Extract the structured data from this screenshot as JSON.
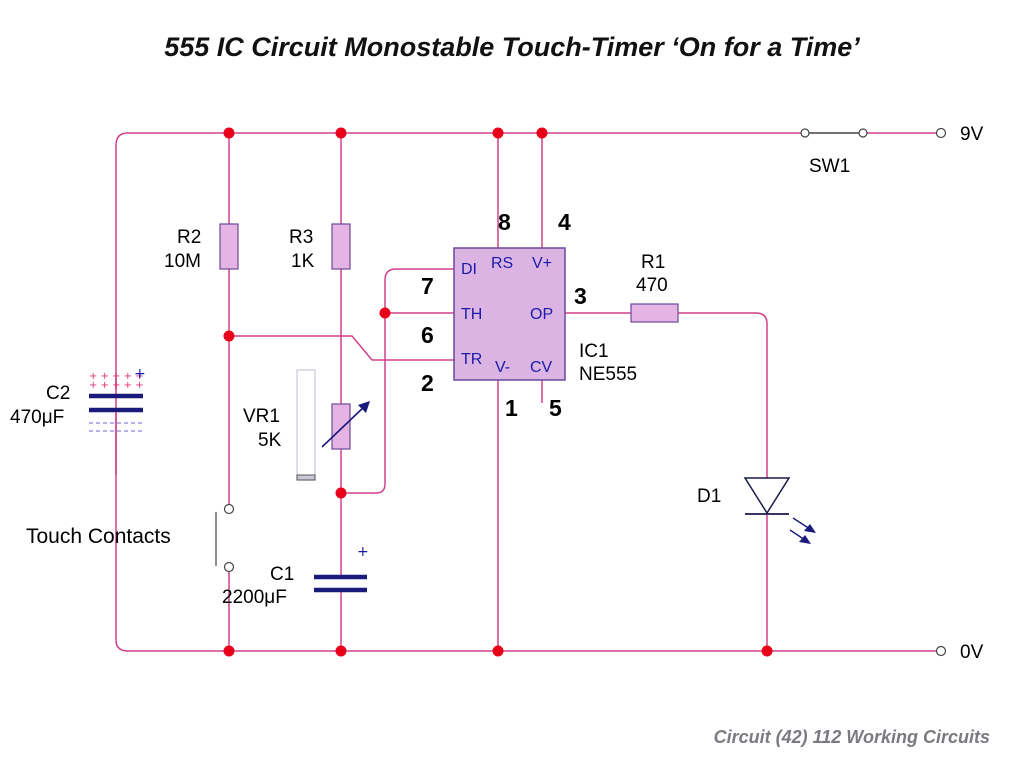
{
  "title": "555 IC Circuit Monostable Touch-Timer ‘On for a Time’",
  "footer": "Circuit (42) 112 Working Circuits",
  "supply": {
    "positive": "9V",
    "ground": "0V"
  },
  "switch": {
    "name": "SW1"
  },
  "resistors": {
    "r2": {
      "name": "R2",
      "value": "10M"
    },
    "r3": {
      "name": "R3",
      "value": "1K"
    },
    "r1": {
      "name": "R1",
      "value": "470"
    }
  },
  "vr1": {
    "name": "VR1",
    "value": "5K"
  },
  "capacitors": {
    "c2": {
      "name": "C2",
      "value": "470μF",
      "plus": "+"
    },
    "c1": {
      "name": "C1",
      "value": "2200μF",
      "plus": "+"
    }
  },
  "touch_contacts": "Touch Contacts",
  "ic": {
    "name": "IC1",
    "part": "NE555",
    "pin_names": {
      "di": "DI",
      "th": "TH",
      "tr": "TR",
      "rs": "RS",
      "vplus": "V+",
      "op": "OP",
      "vminus": "V-",
      "cv": "CV"
    },
    "pin_numbers": {
      "p8": "8",
      "p4": "4",
      "p7": "7",
      "p6": "6",
      "p2": "2",
      "p3": "3",
      "p1": "1",
      "p5": "5"
    }
  },
  "diode": {
    "name": "D1"
  },
  "colors": {
    "wire": "#d0408a",
    "node": "#e8001b",
    "ic_fill": "#dcb4e4",
    "cap_plate": "#1a1a7a"
  }
}
